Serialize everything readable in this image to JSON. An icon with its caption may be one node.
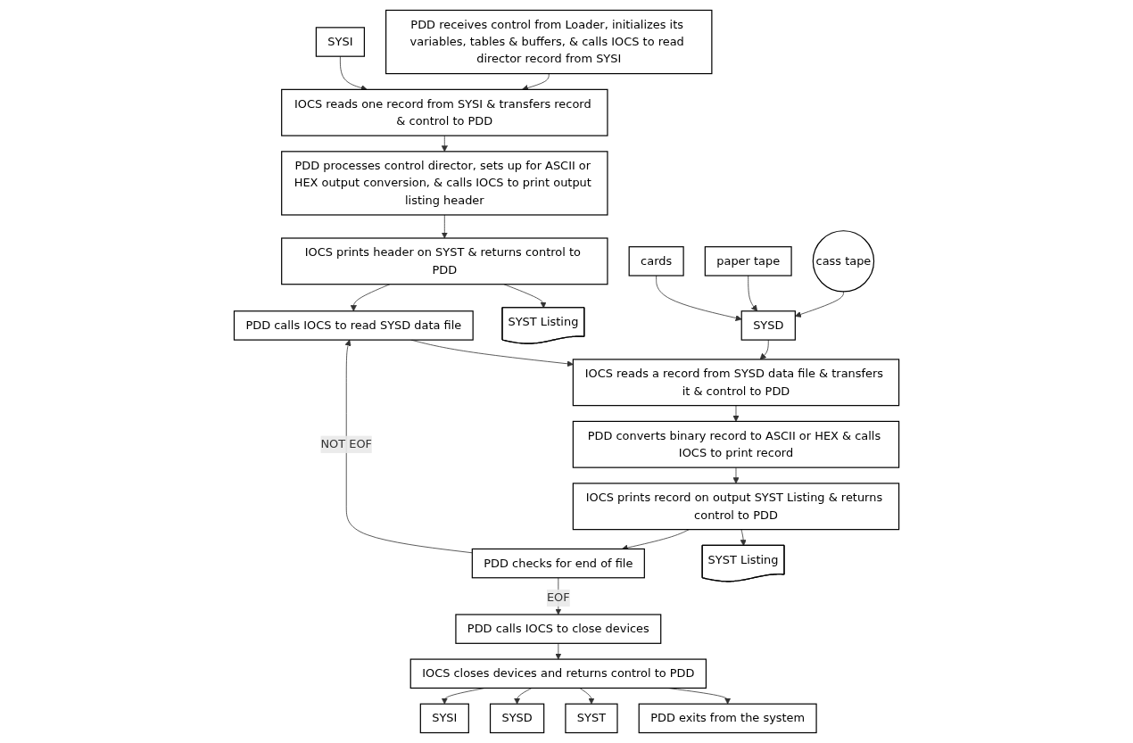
{
  "diagram": {
    "nodes": [
      {
        "text": [
          "PDD receives control from Loader, initializes its variables, tables & buffers, & calls IOCS to read director record from SYSI"
        ]
      },
      {
        "text": [
          "IOCS reads one record from SYSI & transfers record & control to PDD"
        ]
      },
      {
        "text": [
          "SYSI"
        ]
      },
      {
        "text": [
          "PDD processes control director, sets up for ASCII or HEX output conversion, & calls IOCS to print output listing header"
        ]
      },
      {
        "text": [
          "IOCS prints header on SYST & returns control to PDD"
        ]
      },
      {
        "text": [
          "SYST Listing"
        ]
      },
      {
        "text": [
          "PDD calls IOCS to read SYSD data file"
        ]
      },
      {
        "text": [
          "IOCS reads a record from SYSD data file & transfers it & control to PDD"
        ]
      },
      {
        "text": [
          "SYSD"
        ]
      },
      {
        "text": [
          "cards"
        ]
      },
      {
        "text": [
          "paper tape"
        ]
      },
      {
        "text": [
          "cass tape"
        ]
      },
      {
        "text": [
          "PDD converts binary record to ASCII or HEX & calls IOCS to print record"
        ]
      },
      {
        "text": [
          "IOCS prints record on output SYST Listing & returns control to PDD"
        ]
      },
      {
        "text": [
          "SYST Listing"
        ]
      },
      {
        "text": [
          "PDD checks for end of file"
        ]
      },
      {
        "text": [
          "PDD calls IOCS to close devices"
        ]
      },
      {
        "text": [
          "PDD exits from the system"
        ]
      },
      {
        "text": [
          "IOCS closes devices and returns control to PDD"
        ]
      },
      {
        "text": [
          "SYST"
        ]
      },
      {
        "text": [
          "SYSD"
        ]
      },
      {
        "text": [
          "SYSI"
        ]
      }
    ],
    "edges": [
      {
        "from": 0,
        "to": 1,
        "arrow": "to"
      },
      {
        "from": 2,
        "to": 1,
        "arrow": "to"
      },
      {
        "from": 1,
        "to": 3,
        "arrow": "to"
      },
      {
        "from": 3,
        "to": 4,
        "arrow": "to"
      },
      {
        "from": 4,
        "to": 5,
        "arrow": "to"
      },
      {
        "from": 4,
        "to": 6,
        "arrow": "to"
      },
      {
        "from": 6,
        "to": 7,
        "arrow": "to"
      },
      {
        "from": 8,
        "to": 7,
        "arrow": "to"
      },
      {
        "from": 9,
        "to": 8,
        "arrow": "to"
      },
      {
        "from": 10,
        "to": 8,
        "arrow": "to"
      },
      {
        "from": 11,
        "to": 8,
        "arrow": "to"
      },
      {
        "from": 7,
        "to": 12,
        "arrow": "to"
      },
      {
        "from": 12,
        "to": 13,
        "arrow": "to"
      },
      {
        "from": 13,
        "to": 14,
        "arrow": "to"
      },
      {
        "from": 13,
        "to": 15,
        "arrow": "to"
      },
      {
        "from": 15,
        "to": 6,
        "arrow": "to",
        "label": "NOT EOF"
      },
      {
        "from": 15,
        "to": 16,
        "arrow": "to",
        "label": "EOF"
      },
      {
        "from": 16,
        "to": 18,
        "arrow": "to"
      },
      {
        "from": 18,
        "to": 17,
        "arrow": "to"
      },
      {
        "from": 18,
        "to": 19,
        "arrow": "to"
      },
      {
        "from": 18,
        "to": 20,
        "arrow": "to"
      },
      {
        "from": 18,
        "to": 21,
        "arrow": "to"
      }
    ]
  }
}
